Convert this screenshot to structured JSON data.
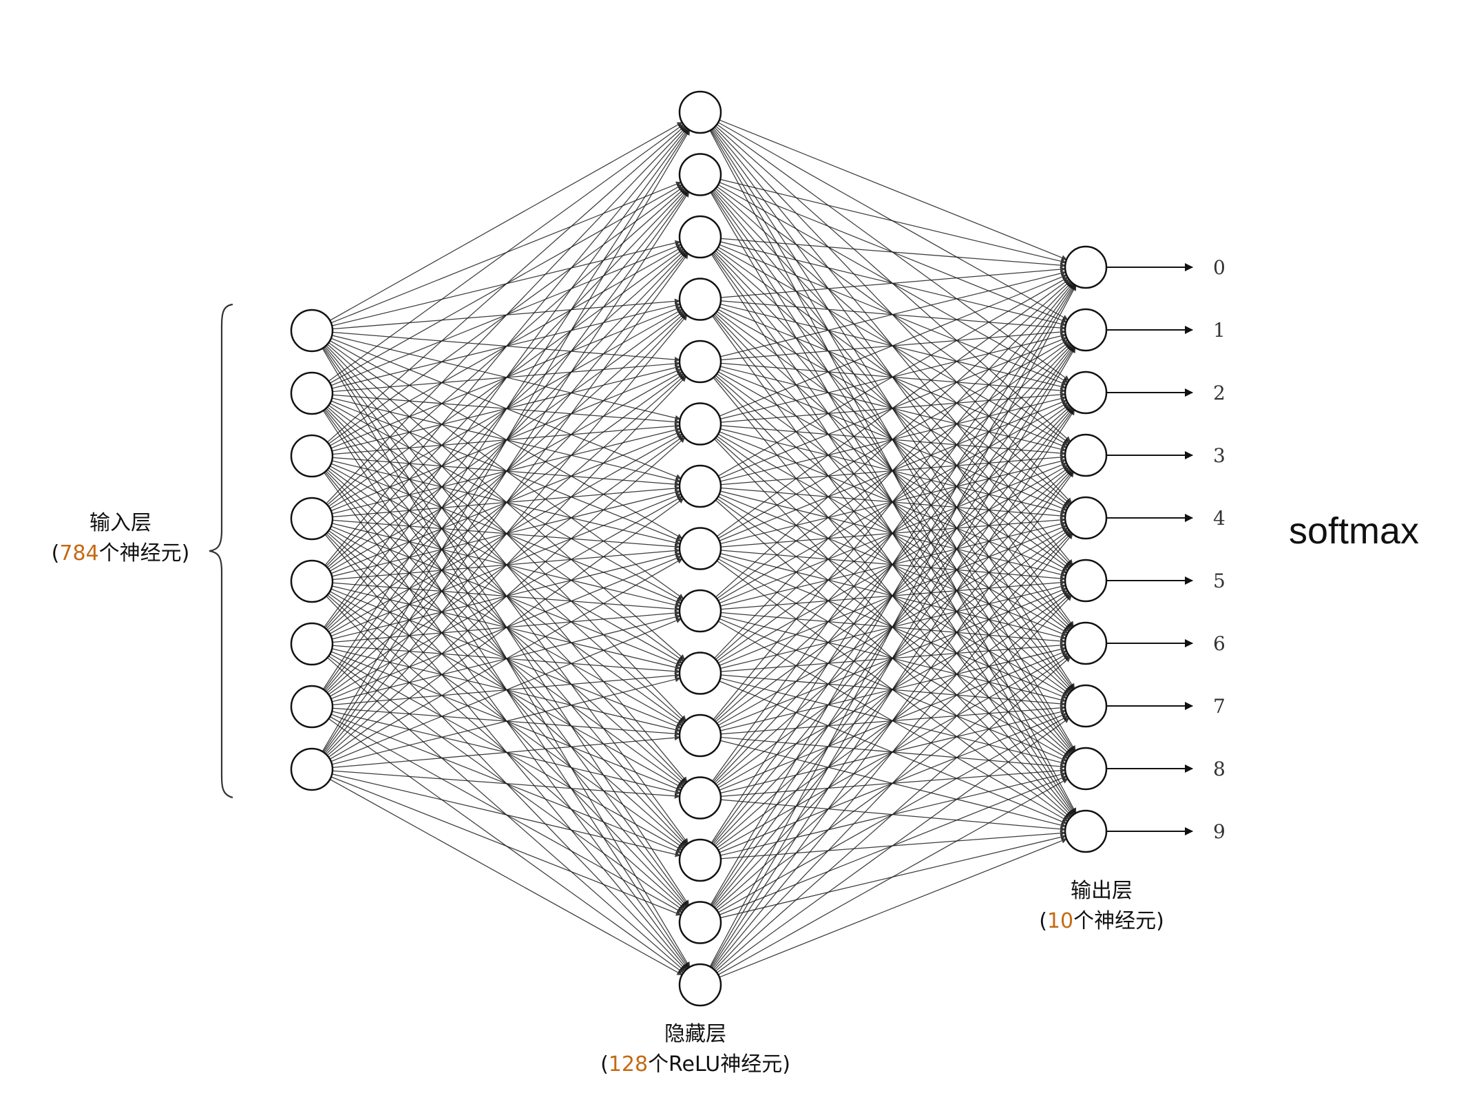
{
  "layers": {
    "input": {
      "title": "输入层",
      "count": "784",
      "suffix": "个神经元)",
      "prefix": "(",
      "nodes_drawn": 8
    },
    "hidden": {
      "title": "隐藏层",
      "count": "128",
      "suffix": "个ReLU神经元)",
      "prefix": "(",
      "nodes_drawn": 15
    },
    "output": {
      "title": "输出层",
      "count": "10",
      "suffix": "个神经元)",
      "prefix": "(",
      "nodes_drawn": 10
    }
  },
  "output_labels": [
    "0",
    "1",
    "2",
    "3",
    "4",
    "5",
    "6",
    "7",
    "8",
    "9"
  ],
  "activation_label": "softmax",
  "colors": {
    "count_highlight": "#c46a12",
    "stroke": "#111111"
  }
}
